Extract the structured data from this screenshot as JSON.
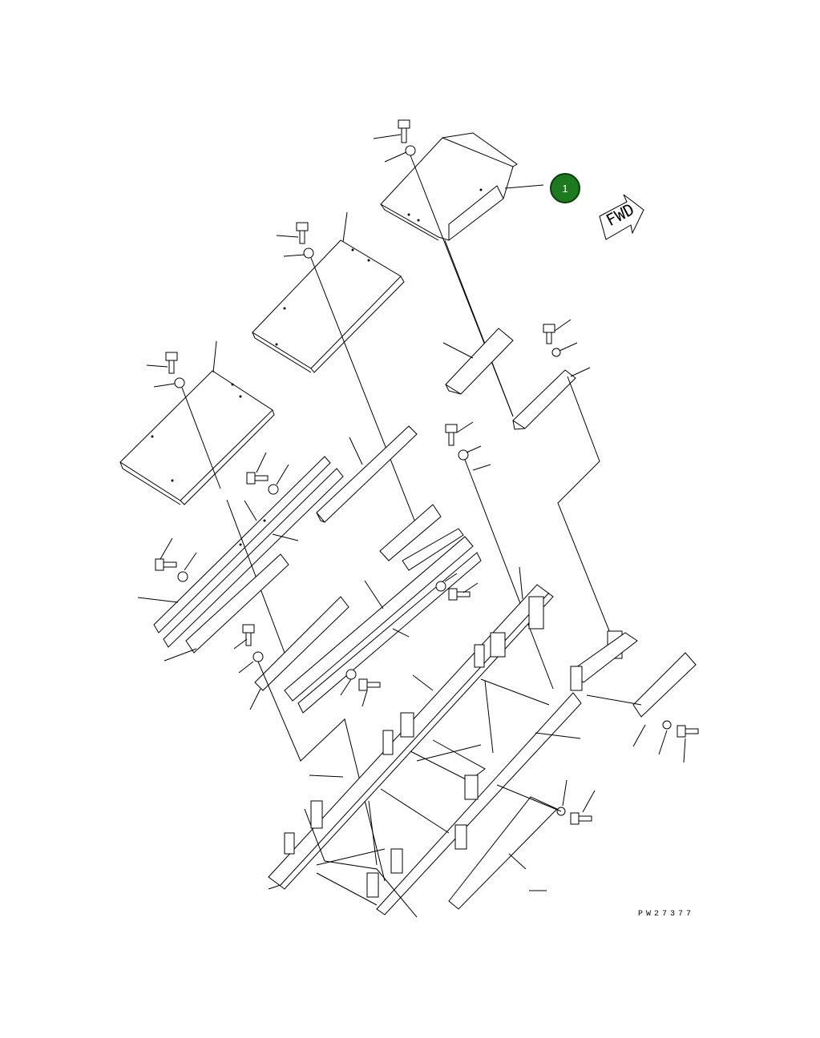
{
  "callouts": [
    {
      "number": "1",
      "color": "#1e7a1e"
    }
  ],
  "direction_marker": {
    "text": "FWD",
    "icon": "forward-arrow-icon"
  },
  "figure_id": "PW27377"
}
